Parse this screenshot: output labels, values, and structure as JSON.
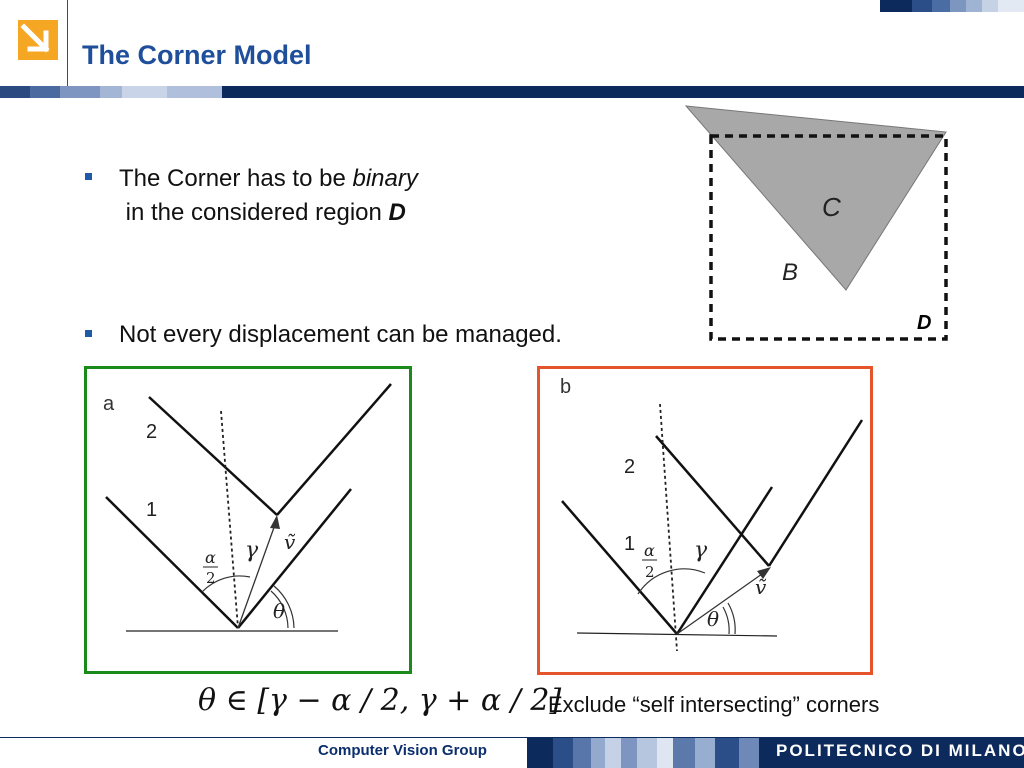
{
  "slide": {
    "title": "The Corner Model",
    "bullets": [
      {
        "line1_prefix": "The Corner has to be ",
        "line1_italic": "binary",
        "line2_prefix": " in the considered region ",
        "line2_bold": "D"
      },
      {
        "text": "Not every displacement can be managed."
      }
    ],
    "region_figure": {
      "label_c": "C",
      "label_b": "B",
      "label_d": "D"
    },
    "figure_a": {
      "panel": "a",
      "line_2": "2",
      "line_1": "1",
      "alpha_num": "α",
      "alpha_den": "2",
      "gamma": "γ",
      "theta": "θ",
      "v": "ṽ"
    },
    "figure_b": {
      "panel": "b",
      "line_2": "2",
      "line_1": "1",
      "alpha_num": "α",
      "alpha_den": "2",
      "gamma": "γ",
      "theta": "θ",
      "v": "ṽ"
    },
    "formula": "θ ∈ [γ − α / 2, γ + α / 2]",
    "note": "Exclude “self intersecting” corners"
  },
  "footer": {
    "group": "Computer Vision Group",
    "brand": "POLITECNICO DI MILANO"
  },
  "colors": {
    "accent": "#1f4e9a",
    "navy": "#0d2a5c",
    "logo_orange": "#f5a623",
    "panel_a_border": "#1a8a1a",
    "panel_b_border": "#e5542a"
  },
  "icons": {
    "logo": "arrow-down-right-icon"
  }
}
